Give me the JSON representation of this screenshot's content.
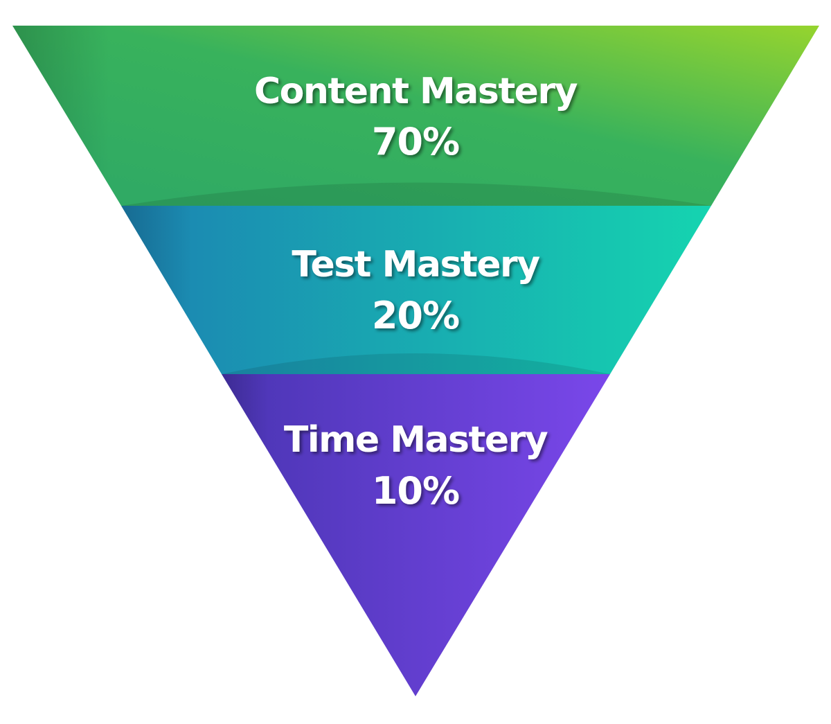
{
  "funnel": {
    "tiers": [
      {
        "label": "Content Mastery",
        "value": "70%",
        "colors": {
          "start": "#2ea866",
          "end": "#96d42e"
        }
      },
      {
        "label": "Test Mastery",
        "value": "20%",
        "colors": {
          "start": "#1c82b2",
          "end": "#15d4b0"
        }
      },
      {
        "label": "Time Mastery",
        "value": "10%",
        "colors": {
          "start": "#4a35b3",
          "end": "#7a47ea"
        }
      }
    ]
  }
}
